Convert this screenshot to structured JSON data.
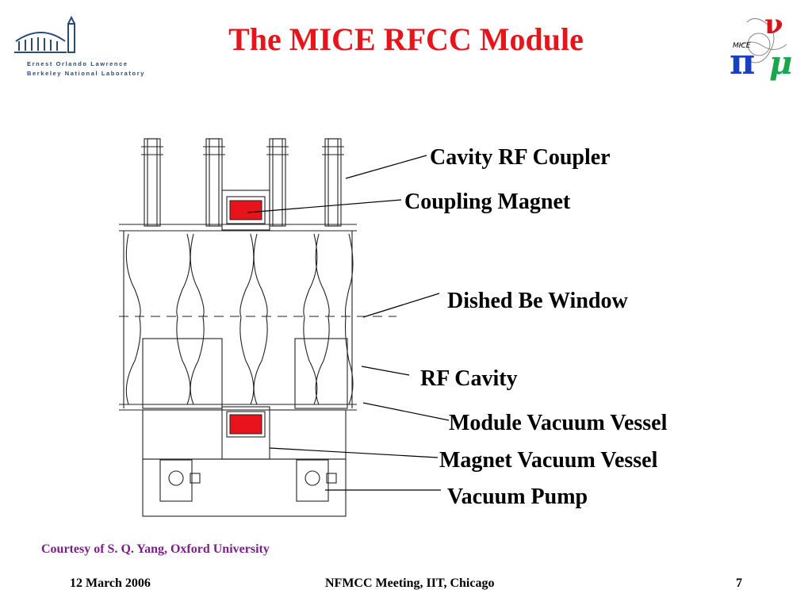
{
  "title": "The MICE RFCC Module",
  "logo_left": {
    "line1": "Ernest Orlando Lawrence",
    "line2": "Berkeley National Laboratory"
  },
  "logo_right": {
    "label": "MICE",
    "glyphs": [
      "ν",
      "π",
      "μ"
    ]
  },
  "callouts": {
    "coupler": "Cavity RF Coupler",
    "coupling_magnet": "Coupling Magnet",
    "be_window": "Dished Be Window",
    "rf_cavity": "RF Cavity",
    "module_vessel": "Module Vacuum Vessel",
    "magnet_vessel": "Magnet Vacuum Vessel",
    "vacuum_pump": "Vacuum Pump"
  },
  "courtesy": "Courtesy of S. Q. Yang, Oxford University",
  "footer": {
    "date": "12 March 2006",
    "event": "NFMCC Meeting, IIT, Chicago",
    "page": "7"
  },
  "colors": {
    "title": "#e8141c",
    "callout": "#000000",
    "courtesy": "#7a1f86",
    "magnet": "#e8141c",
    "logo_blue": "#2b4a7a",
    "mice_green": "#1aa64a",
    "mice_blue": "#1a3fbf",
    "mice_red": "#d6141c"
  }
}
